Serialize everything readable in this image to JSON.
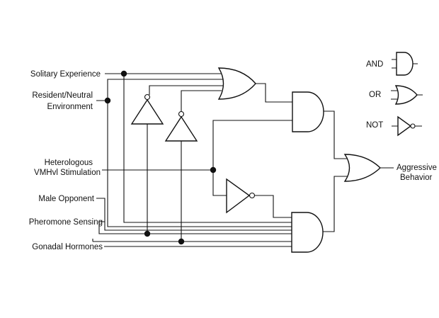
{
  "inputs": {
    "solitary": "Solitary Experience",
    "resident_1": "Resident/Neutral",
    "resident_2": "Environment",
    "hetero_1": "Heterologous",
    "hetero_2": "VMHvl Stimulation",
    "male": "Male Opponent",
    "pheromone": "Pheromone Sensing",
    "gonadal": "Gonadal Hormones"
  },
  "output": {
    "line1": "Aggressive",
    "line2": "Behavior"
  },
  "legend": {
    "and": "AND",
    "or": "OR",
    "not": "NOT"
  }
}
